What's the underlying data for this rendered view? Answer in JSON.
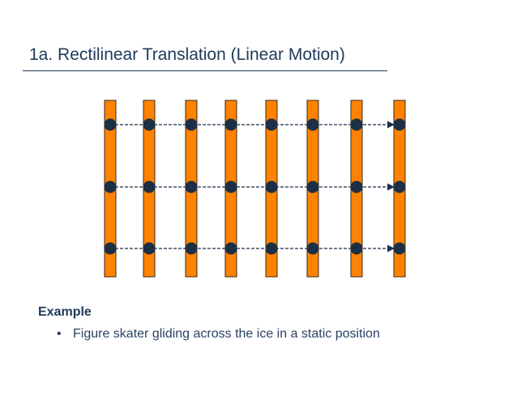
{
  "title": "1a. Rectilinear Translation (Linear Motion)",
  "colors": {
    "bar_fill": "#ff8200",
    "bar_stroke": "#3a2a1a",
    "dot": "#1c2f45",
    "arrow": "#1c2f45",
    "text": "#1f3a5a"
  },
  "diagram": {
    "positions": 8,
    "points_per_bar": 3,
    "arrow_style": "dashed"
  },
  "example": {
    "heading": "Example",
    "bullet_glyph": "•",
    "items": [
      "Figure skater gliding across the ice in a static position"
    ]
  }
}
